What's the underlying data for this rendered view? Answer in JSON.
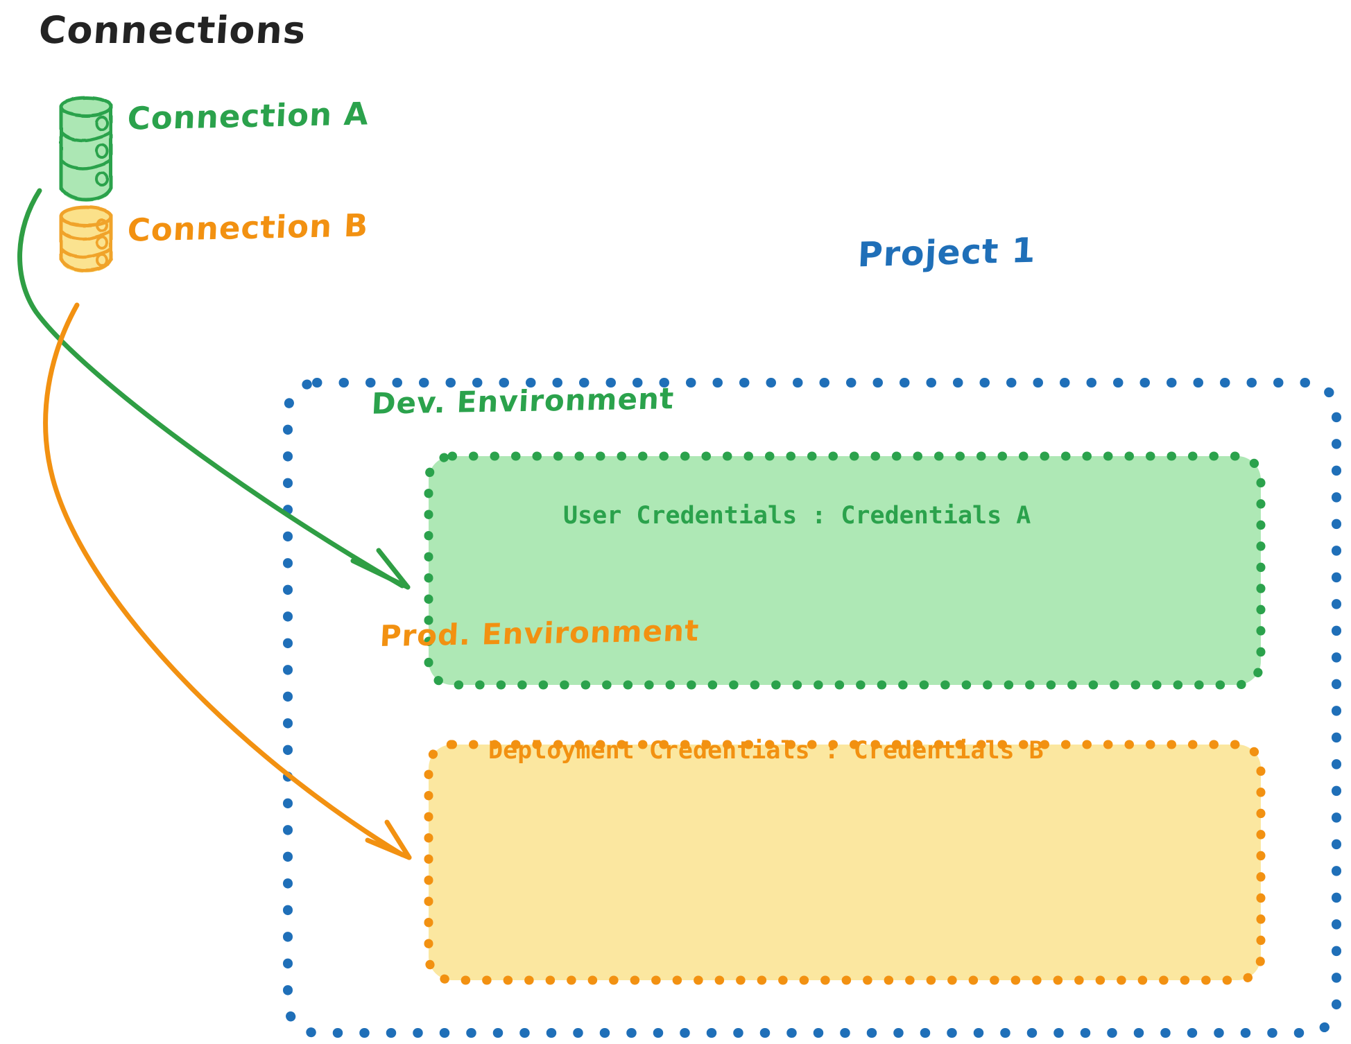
{
  "diagram": {
    "title": "Connections",
    "connections": [
      {
        "id": "connection-a",
        "label": "Connection A",
        "color": "#2ba24c",
        "fill": "#a8e6b0",
        "icon": "database-cylinder-icon"
      },
      {
        "id": "connection-b",
        "label": "Connection B",
        "color": "#f29111",
        "fill": "#fbe18a",
        "icon": "database-cylinder-icon"
      }
    ],
    "project": {
      "label": "Project 1",
      "color": "#1f6fb8",
      "environments": [
        {
          "id": "dev-environment",
          "title": "Dev. Environment",
          "credentials": "User Credentials : Credentials A",
          "color": "#2ba24c",
          "fill": "#aee8b5"
        },
        {
          "id": "prod-environment",
          "title": "Prod. Environment",
          "credentials": "Deployment Credentials : Credentials B",
          "color": "#f29111",
          "fill": "#fbe7a0"
        }
      ]
    },
    "edges": [
      {
        "id": "edge-connection-a-to-dev",
        "from": "connection-a",
        "to": "dev-environment",
        "color": "#2f9e44"
      },
      {
        "id": "edge-connection-b-to-prod",
        "from": "connection-b",
        "to": "prod-environment",
        "color": "#f29111"
      }
    ]
  }
}
